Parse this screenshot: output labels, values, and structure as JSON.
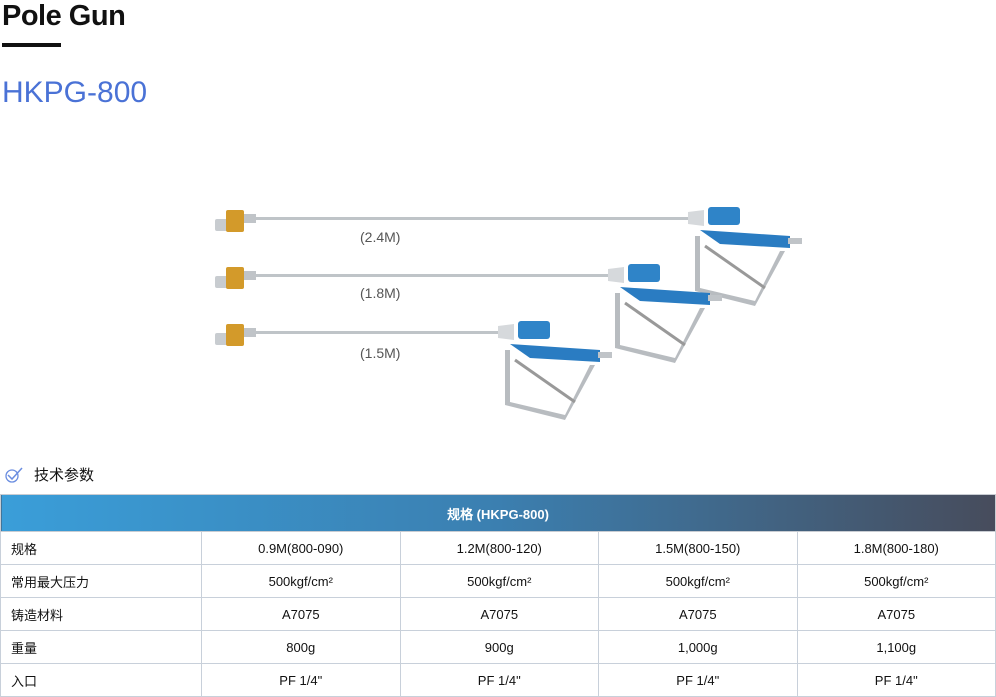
{
  "header": {
    "title": "Pole Gun",
    "model": "HKPG-800"
  },
  "product": {
    "lengths": [
      "(2.4M)",
      "(1.8M)",
      "(1.5M)"
    ]
  },
  "section": {
    "icon": "check-icon",
    "title": "技术参数"
  },
  "table": {
    "header": "规格 (HKPG-800)",
    "rows": [
      {
        "label": "规格",
        "values": [
          "0.9M(800-090)",
          "1.2M(800-120)",
          "1.5M(800-150)",
          "1.8M(800-180)"
        ]
      },
      {
        "label": "常用最大压力",
        "values": [
          "500kgf/cm²",
          "500kgf/cm²",
          "500kgf/cm²",
          "500kgf/cm²"
        ]
      },
      {
        "label": "铸造材料",
        "values": [
          "A7075",
          "A7075",
          "A7075",
          "A7075"
        ]
      },
      {
        "label": "重量",
        "values": [
          "800g",
          "900g",
          "1,000g",
          "1,100g"
        ]
      },
      {
        "label": "入口",
        "values": [
          "PF 1/4\"",
          "PF 1/4\"",
          "PF 1/4\"",
          "PF 1/4\""
        ]
      }
    ]
  }
}
